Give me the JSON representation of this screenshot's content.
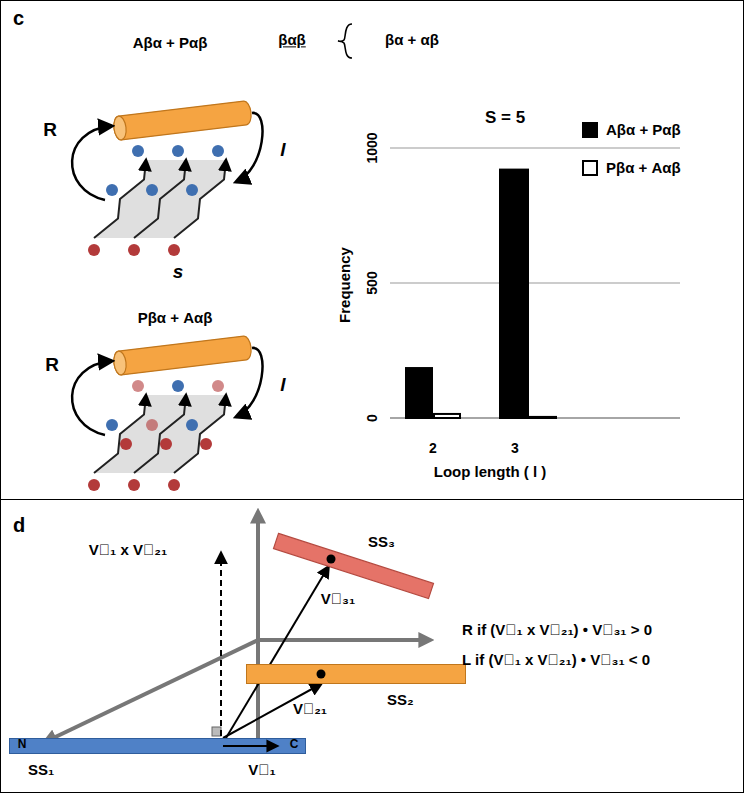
{
  "diagram": {
    "nodes": [
      {
        "text": [
          "c"
        ]
      },
      {
        "text": [
          "d"
        ]
      },
      {
        "text": [
          "SS₁"
        ],
        "in": 1
      },
      {
        "text": [
          "SS₂"
        ],
        "in": 1
      },
      {
        "text": [
          "SS₃"
        ],
        "in": 1
      }
    ],
    "edges": [
      {
        "from": 2,
        "to": 3,
        "arrow": "to",
        "label": "V⃗₂₁"
      },
      {
        "from": 2,
        "to": 4,
        "arrow": "to",
        "label": "V⃗₃₁"
      }
    ],
    "labels": [
      "Aβα + Pαβ",
      "βαβ",
      "βα + αβ",
      "R",
      "l",
      "s",
      "Pβα + Aαβ",
      "R",
      "l",
      "S = 5",
      "1000",
      "500",
      "0",
      "Frequency",
      "2",
      "3",
      "Loop length ( l )",
      "V⃗₁ x V⃗₂₁",
      "N",
      "C",
      "V⃗₁",
      "R if (V⃗₁ x V⃗₂₁) • V⃗₃₁ > 0",
      "L if (V⃗₁ x V⃗₂₁) • V⃗₃₁ < 0"
    ],
    "legend": [
      {
        "text": "Aβα + Pαβ",
        "color": "#000000"
      },
      {
        "text": "Pβα + Aαβ",
        "color": "#ffffff"
      }
    ]
  }
}
